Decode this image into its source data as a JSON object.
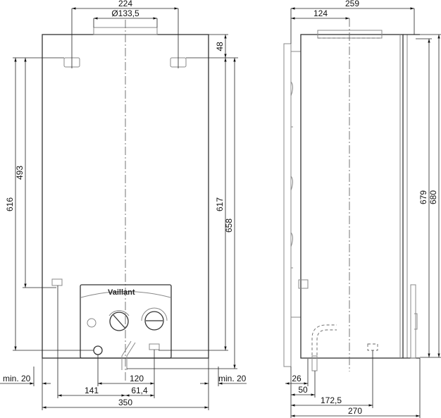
{
  "title": "Vaillant water heater dimension drawing",
  "front_view": {
    "logo": "Vaillant",
    "dims": {
      "top_width": "224",
      "flue_diameter": "Ø133,5",
      "hook_offset": "48",
      "left_outer": "616",
      "left_inner": "493",
      "right_inner": "617",
      "right_outer": "658",
      "min_left": "min. 20",
      "min_right": "min. 20",
      "conn_spacing": "120",
      "left_conn": "141",
      "right_conn": "61,4",
      "total_width": "350"
    }
  },
  "side_view": {
    "dims": {
      "total_depth_top": "259",
      "flue_center": "124",
      "height_inner": "679",
      "height_outer": "680",
      "wall_offset": "26",
      "pipe_offset": "50",
      "conn_depth": "172,5",
      "total_depth": "270"
    }
  }
}
